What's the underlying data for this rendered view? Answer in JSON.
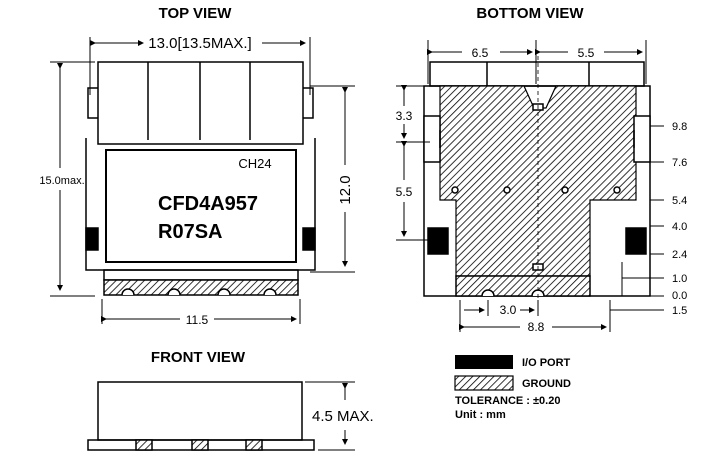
{
  "views": {
    "top": "TOP VIEW",
    "bottom": "BOTTOM VIEW",
    "front": "FRONT VIEW"
  },
  "top_view": {
    "width_dim": "13.0[13.5MAX.]",
    "height_dim": "15.0max.",
    "body_height_dim": "12.0",
    "bottom_width_dim": "11.5",
    "label_code": "CH24",
    "part_number": "CFD4A957",
    "model": "R07SA"
  },
  "bottom_view": {
    "left_width": "6.5",
    "right_width": "5.5",
    "left_dims": [
      "3.3",
      "5.5"
    ],
    "right_dims": [
      "9.8",
      "7.6",
      "5.4",
      "4.0",
      "2.4",
      "1.0",
      "0.0",
      "1.5"
    ],
    "pad_pitch": "3.0",
    "overall_width": "8.8"
  },
  "front_view": {
    "height_dim": "4.5 MAX."
  },
  "legend": {
    "io_port": "I/O PORT",
    "ground": "GROUND",
    "tolerance": "TOLERANCE : ±0.20",
    "unit": "Unit : mm"
  }
}
